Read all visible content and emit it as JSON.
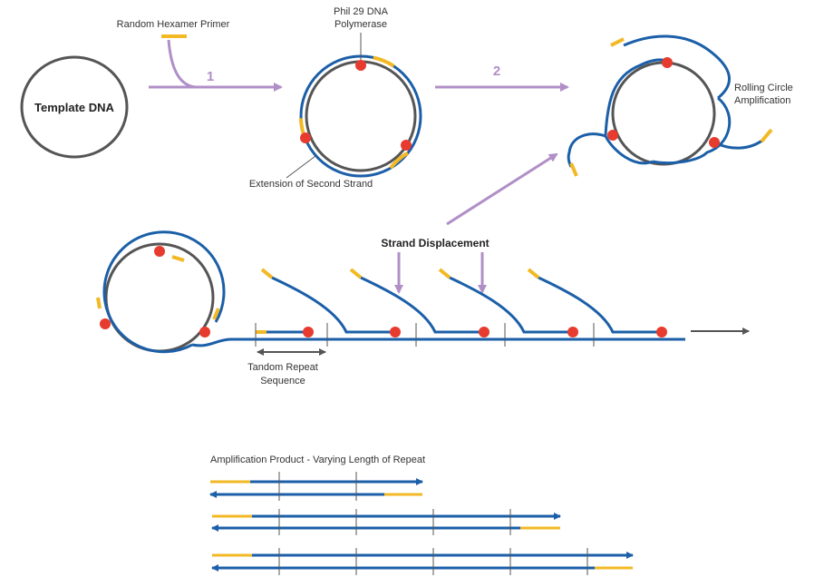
{
  "colors": {
    "template": "#555555",
    "strand": "#1b5fa8",
    "primer": "#f2b925",
    "polymerase": "#e63b2e",
    "arrow": "#b08fc7",
    "measure": "#555555"
  },
  "labels": {
    "template_dna": "Template DNA",
    "random_hexamer_primer": "Random Hexamer Primer",
    "polymerase_line1": "Phil 29 DNA",
    "polymerase_line2": "Polymerase",
    "step1": "1",
    "step2": "2",
    "rolling_line1": "Rolling Circle",
    "rolling_line2": "Amplification",
    "extension": "Extension of Second Strand",
    "strand_displacement": "Strand Displacement",
    "tandem_line1": "Tandom Repeat",
    "tandem_line2": "Sequence",
    "product_title": "Amplification Product - Varying Length of Repeat"
  }
}
